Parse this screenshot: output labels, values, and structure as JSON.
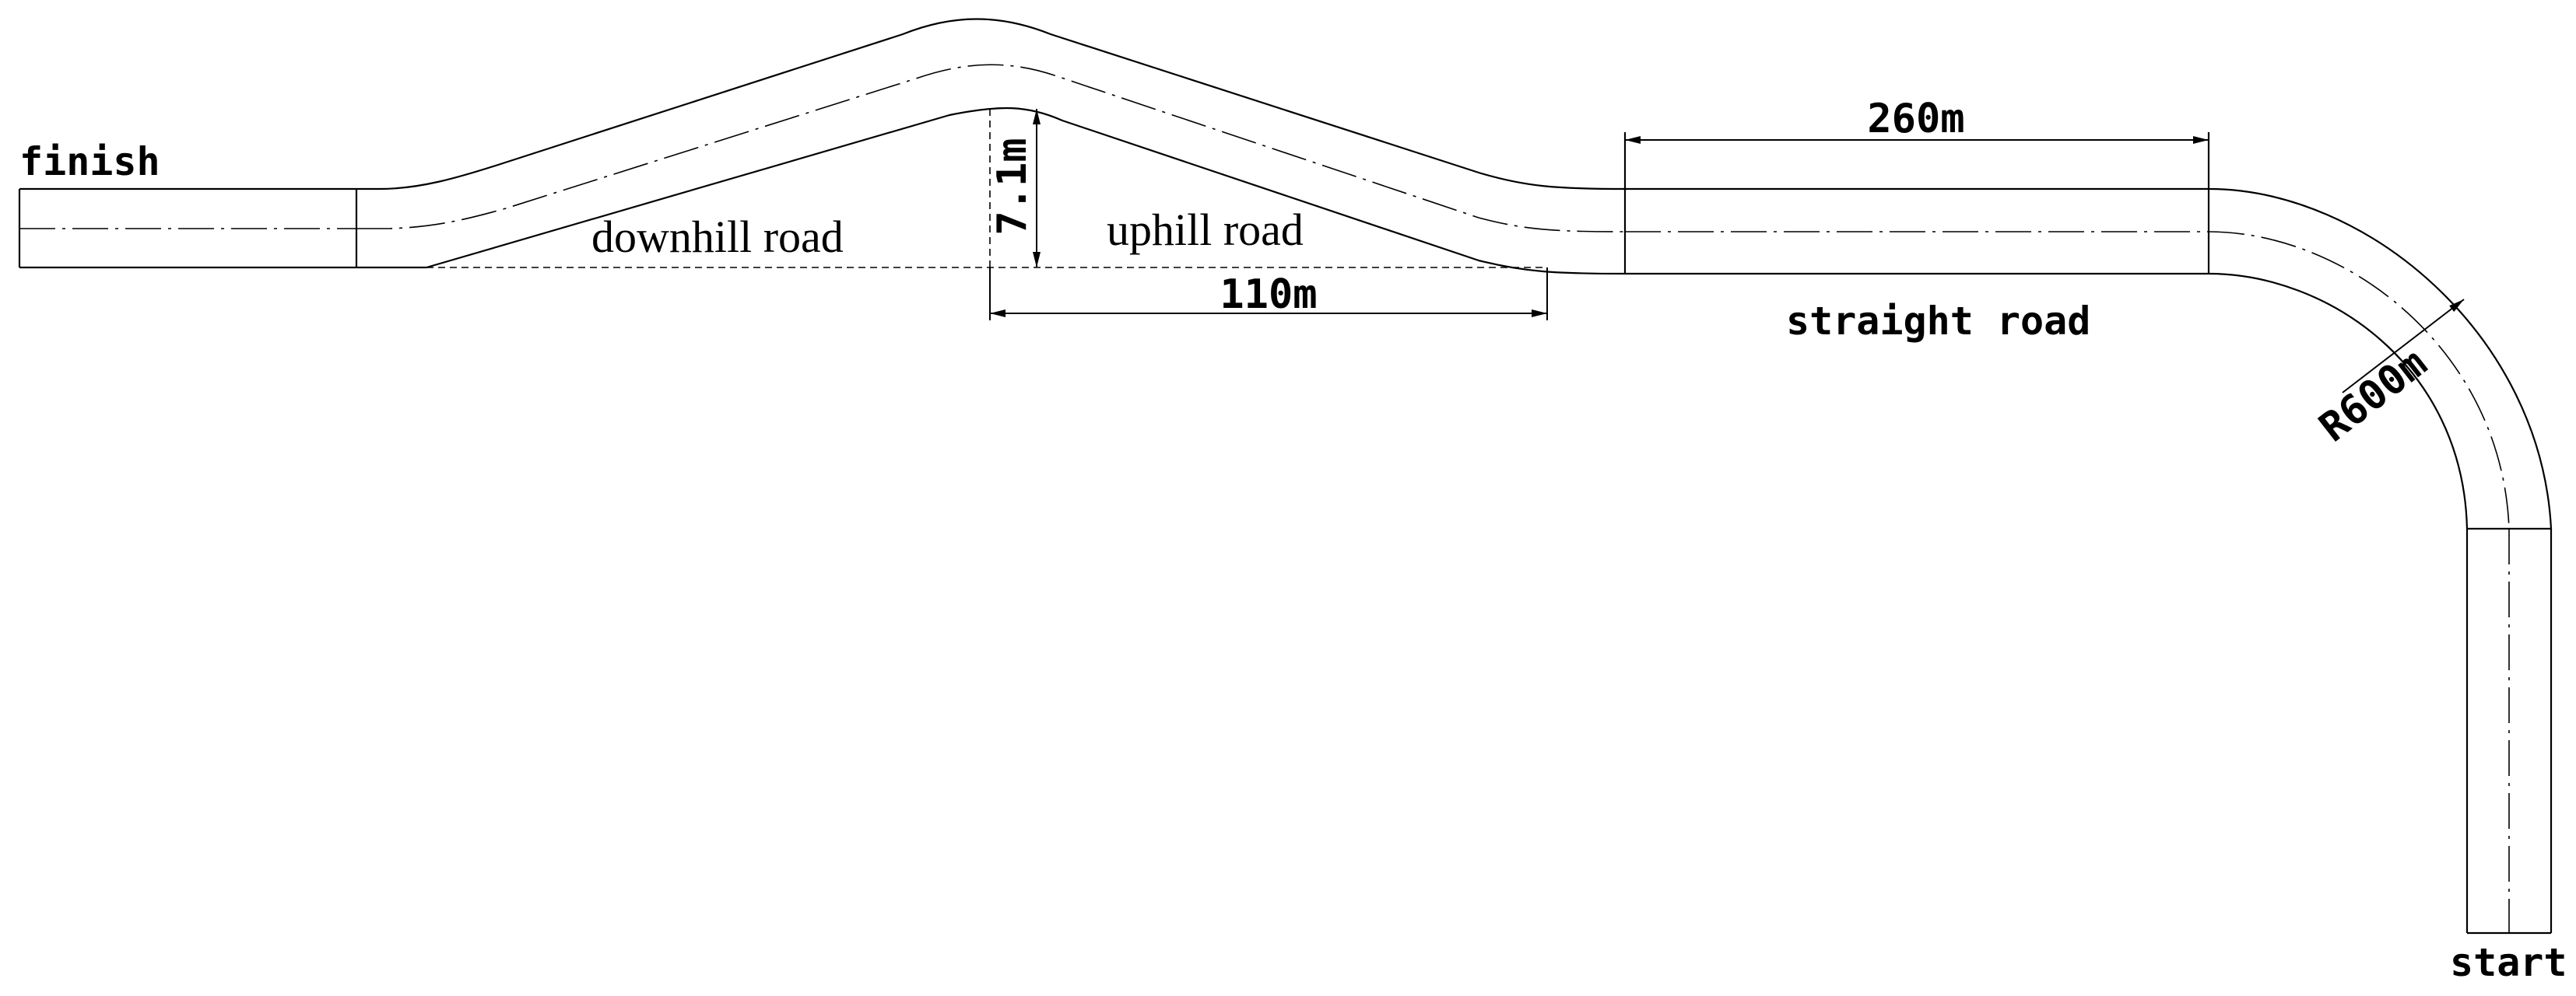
{
  "labels": {
    "finish": "finish",
    "start": "start",
    "downhill": "downhill road",
    "uphill": "uphill road",
    "straight": "straight road"
  },
  "dimensions": {
    "straight_length": "260m",
    "slope_length": "110m",
    "slope_height": "7.1m",
    "curve_radius": "R600m"
  }
}
